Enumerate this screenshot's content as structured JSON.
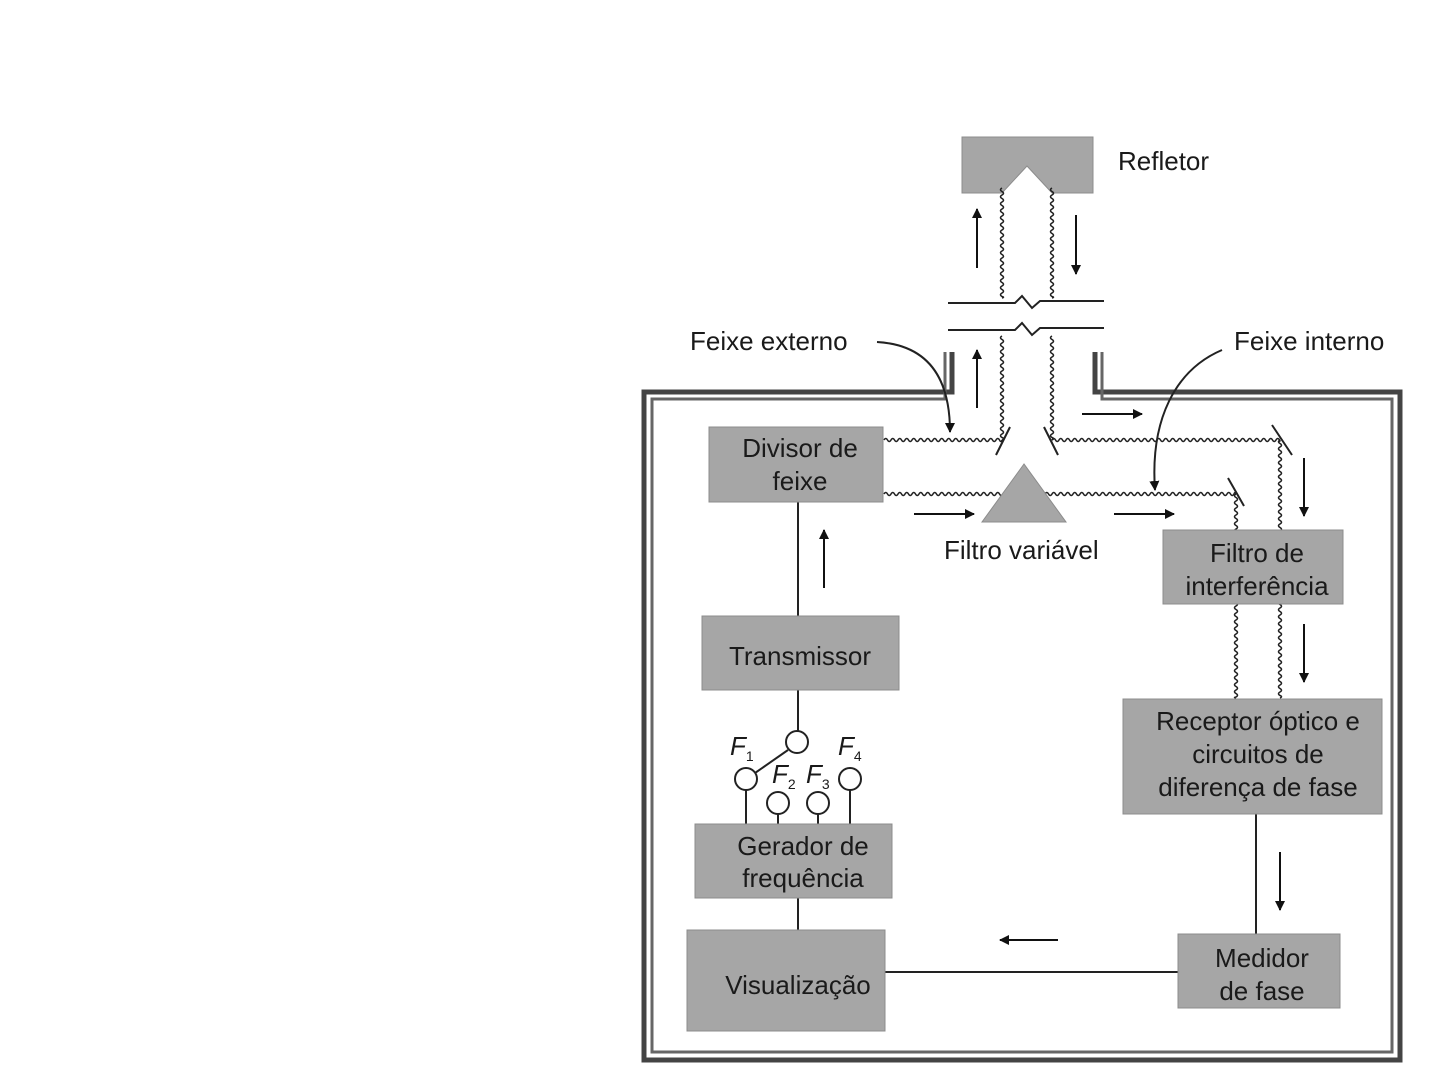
{
  "labels": {
    "refletor": "Refletor",
    "feixe_externo": "Feixe externo",
    "feixe_interno": "Feixe interno",
    "filtro_variavel": "Filtro variável"
  },
  "boxes": {
    "divisor": [
      "Divisor de",
      "feixe"
    ],
    "transmissor": [
      "Transmissor"
    ],
    "gerador": [
      "Gerador de",
      "frequência"
    ],
    "visualizacao": [
      "Visualização"
    ],
    "filtro_interferencia": [
      "Filtro de",
      "interferência"
    ],
    "receptor": [
      "Receptor óptico e",
      "circuitos de",
      "diferença de fase"
    ],
    "medidor": [
      "Medidor",
      "de fase"
    ]
  },
  "switch": {
    "letter": "F",
    "subs": [
      "1",
      "2",
      "3",
      "4"
    ]
  }
}
